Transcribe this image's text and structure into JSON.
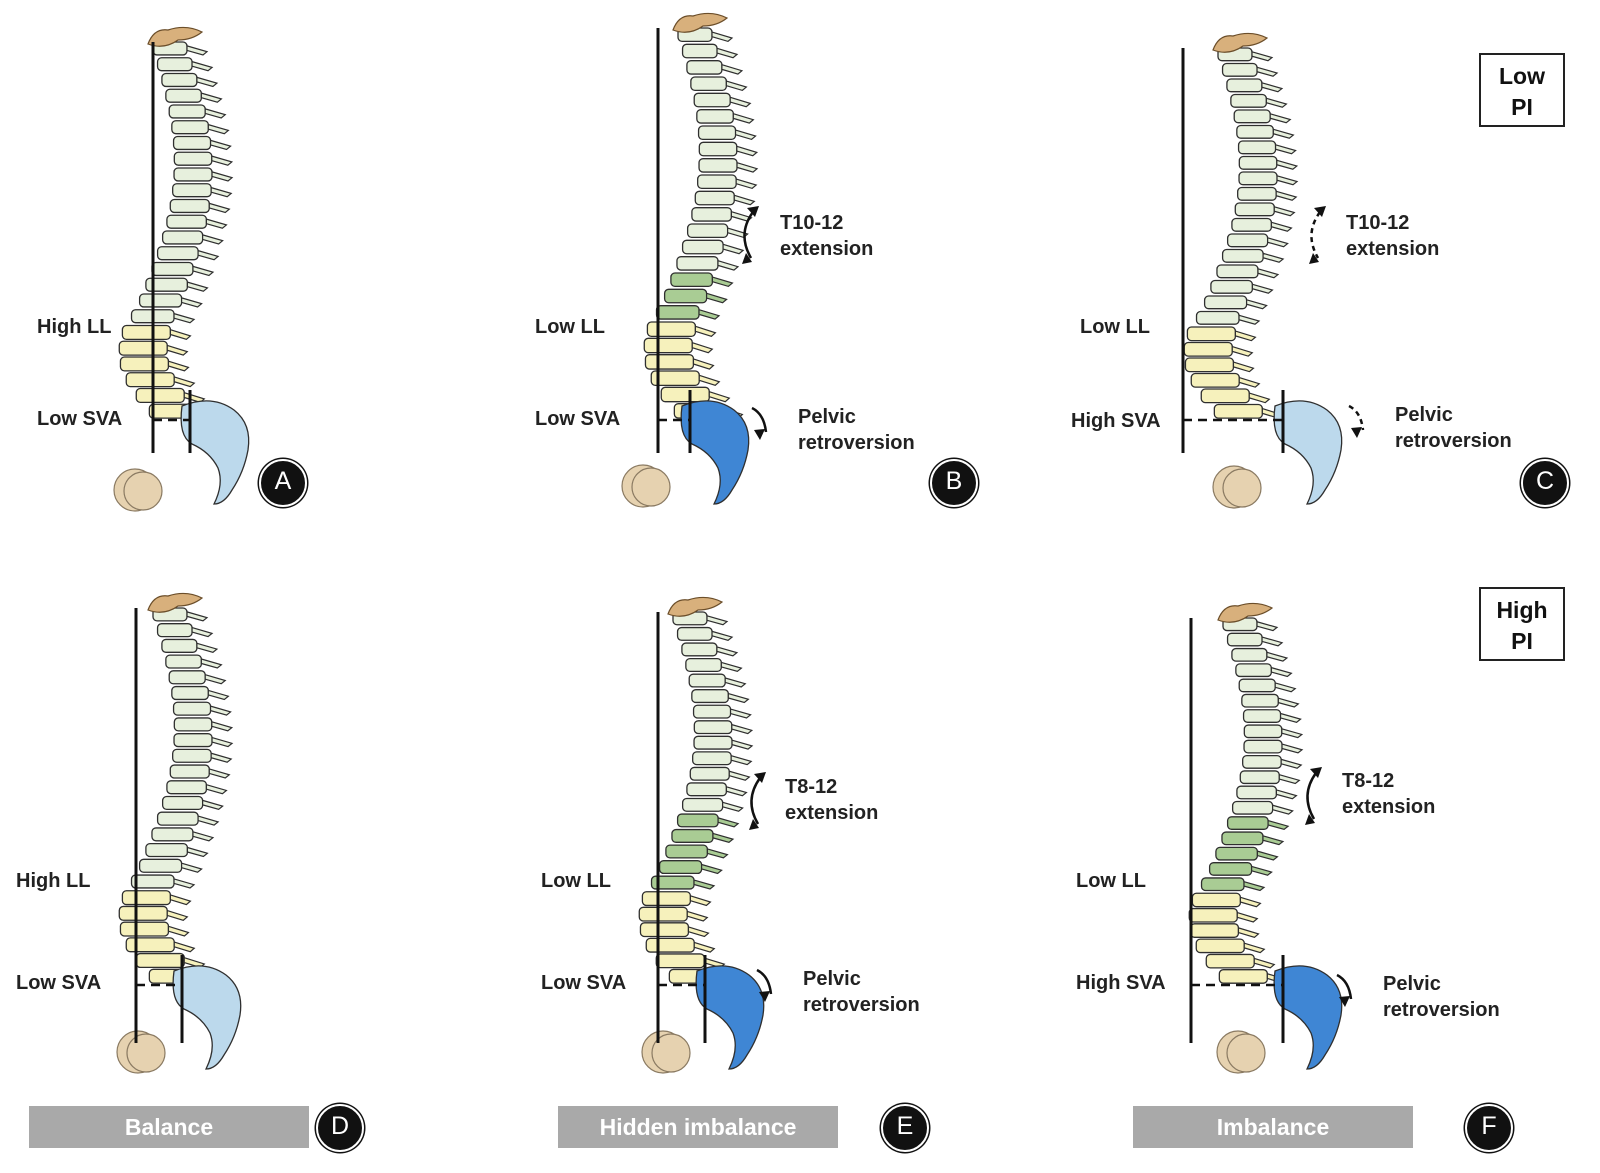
{
  "colors": {
    "thoracic": "#e7f0dd",
    "thoracic_extension": "#a9cc94",
    "lumbar": "#f6f1bc",
    "pelvis_normal": "#bcd9ec",
    "pelvis_retroverted": "#3f86d4",
    "skull_base": "#d8b07c",
    "femoral_head": "#e6d2b0"
  },
  "pi_labels": {
    "low": "Low\nPI",
    "high": "High\nPI"
  },
  "bottom_labels": {
    "balance": "Balance",
    "hidden": "Hidden imbalance",
    "imbalance": "Imbalance"
  },
  "panels": [
    {
      "id": "A",
      "ll_label": "High LL",
      "sva_label": "Low SVA",
      "extension_label": "",
      "pelvic_label": "",
      "pelvis": "normal",
      "icon": "none"
    },
    {
      "id": "B",
      "ll_label": "Low LL",
      "sva_label": "Low SVA",
      "extension_label": "T10-12\nextension",
      "pelvic_label": "Pelvic\nretroversion",
      "pelvis": "retroverted",
      "icon": "curved-double-arrow"
    },
    {
      "id": "C",
      "ll_label": "Low LL",
      "sva_label": "High SVA",
      "extension_label": "T10-12\nextension",
      "pelvic_label": "Pelvic\nretroversion",
      "pelvis": "normal",
      "icon": "dashed-double-arrow"
    },
    {
      "id": "D",
      "ll_label": "High LL",
      "sva_label": "Low SVA",
      "extension_label": "",
      "pelvic_label": "",
      "pelvis": "normal",
      "icon": "none"
    },
    {
      "id": "E",
      "ll_label": "Low LL",
      "sva_label": "Low SVA",
      "extension_label": "T8-12\nextension",
      "pelvic_label": "Pelvic\nretroversion",
      "pelvis": "retroverted",
      "icon": "curved-double-arrow"
    },
    {
      "id": "F",
      "ll_label": "Low LL",
      "sva_label": "High SVA",
      "extension_label": "T8-12\nextension",
      "pelvic_label": "Pelvic\nretroversion",
      "pelvis": "retroverted",
      "icon": "curved-double-arrow"
    }
  ]
}
